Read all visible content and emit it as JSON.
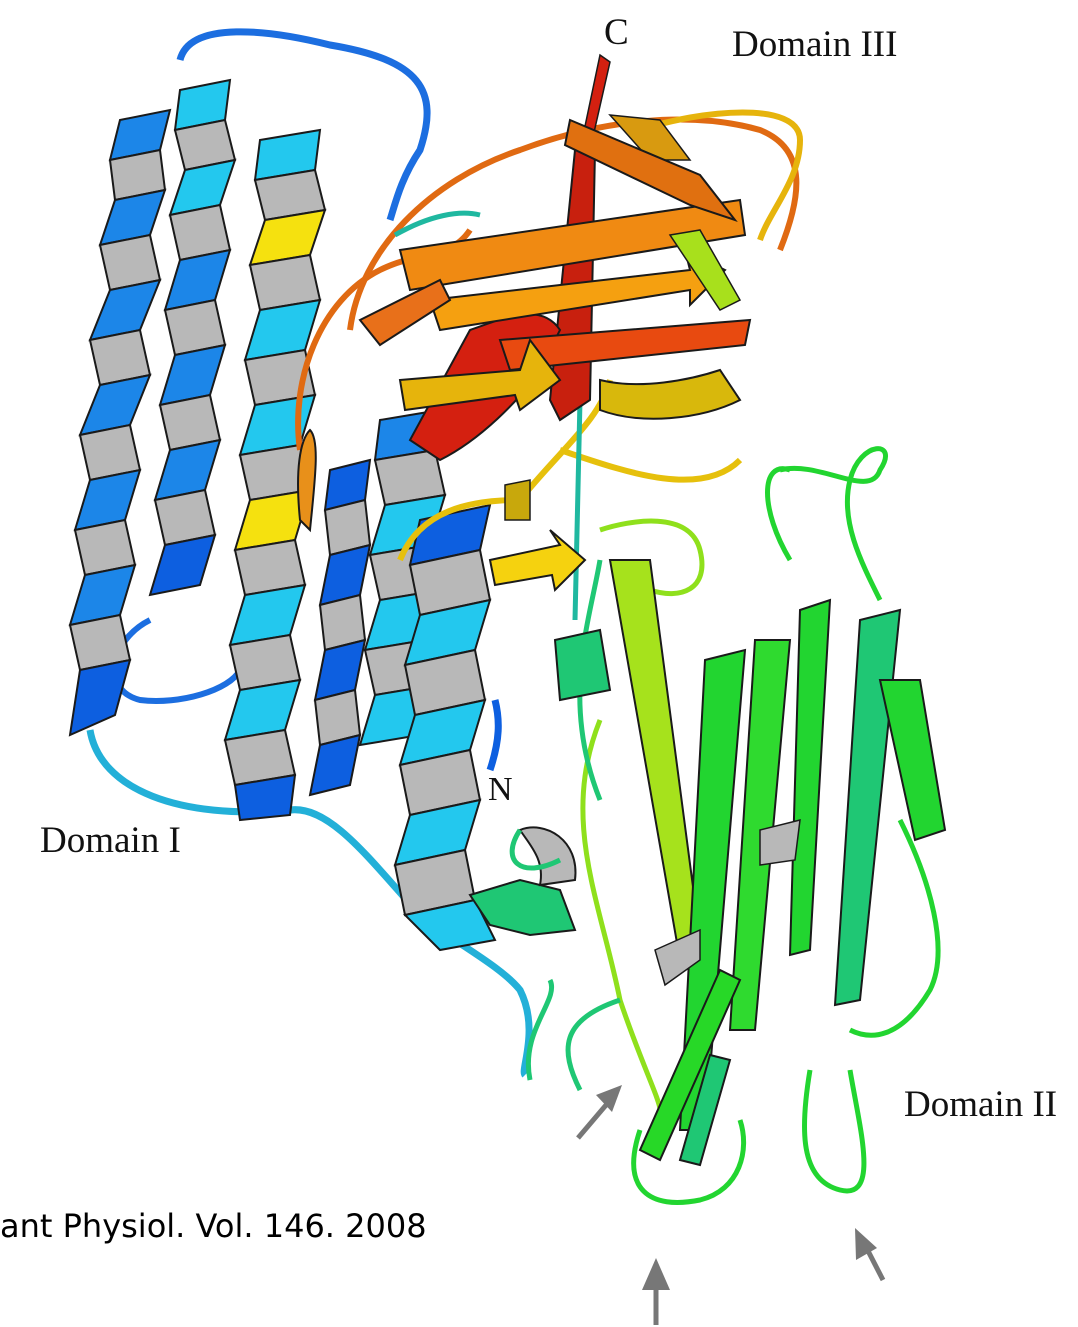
{
  "labels": {
    "c_terminus": "C",
    "n_terminus": "N",
    "domain_1": "Domain I",
    "domain_2": "Domain II",
    "domain_3": "Domain III"
  },
  "citation": "ant Physiol. Vol. 146. 2008",
  "colors": {
    "domain_1_dark_blue": "#0d5fe0",
    "domain_1_blue": "#1c86e8",
    "domain_1_cyan": "#23c8ee",
    "helix_underside": "#b8b8b8",
    "domain_3_red": "#d42010",
    "domain_3_orange": "#f07d12",
    "domain_3_gold": "#e6b40c",
    "yellow": "#f5e10f",
    "domain_2_lime": "#8fe01c",
    "domain_2_green": "#22d530",
    "domain_2_teal": "#1fc774",
    "arrow_gray": "#777777"
  },
  "icons": [
    "arrow-up-icon",
    "arrow-up-right-icon",
    "arrow-up-left-icon"
  ]
}
